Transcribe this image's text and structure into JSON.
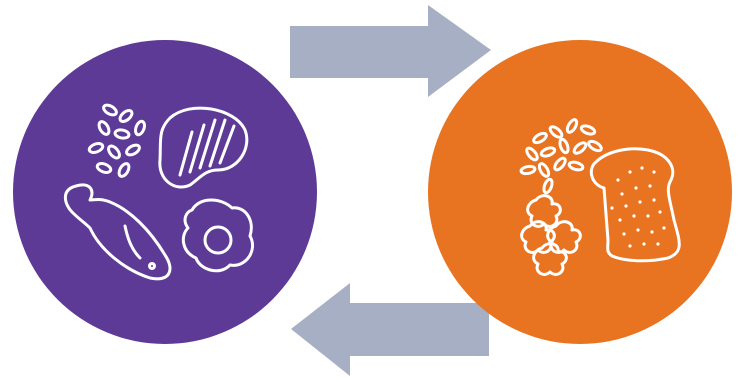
{
  "colors": {
    "background": "#ffffff",
    "protein_circle": "#5d3a95",
    "carb_circle": "#e87320",
    "arrow": "#a7afc4",
    "icon_stroke": "#ffffff"
  },
  "nodes": [
    {
      "id": "protein",
      "color_key": "protein_circle",
      "icons": [
        "beans-icon",
        "steak-icon",
        "fish-icon",
        "fried-egg-icon"
      ]
    },
    {
      "id": "carbohydrate",
      "color_key": "carb_circle",
      "icons": [
        "rice-grains-icon",
        "bread-slice-icon",
        "pasta-icon"
      ]
    }
  ],
  "edges": [
    {
      "from": "protein",
      "to": "carbohydrate",
      "direction": "right"
    },
    {
      "from": "carbohydrate",
      "to": "protein",
      "direction": "left"
    }
  ]
}
